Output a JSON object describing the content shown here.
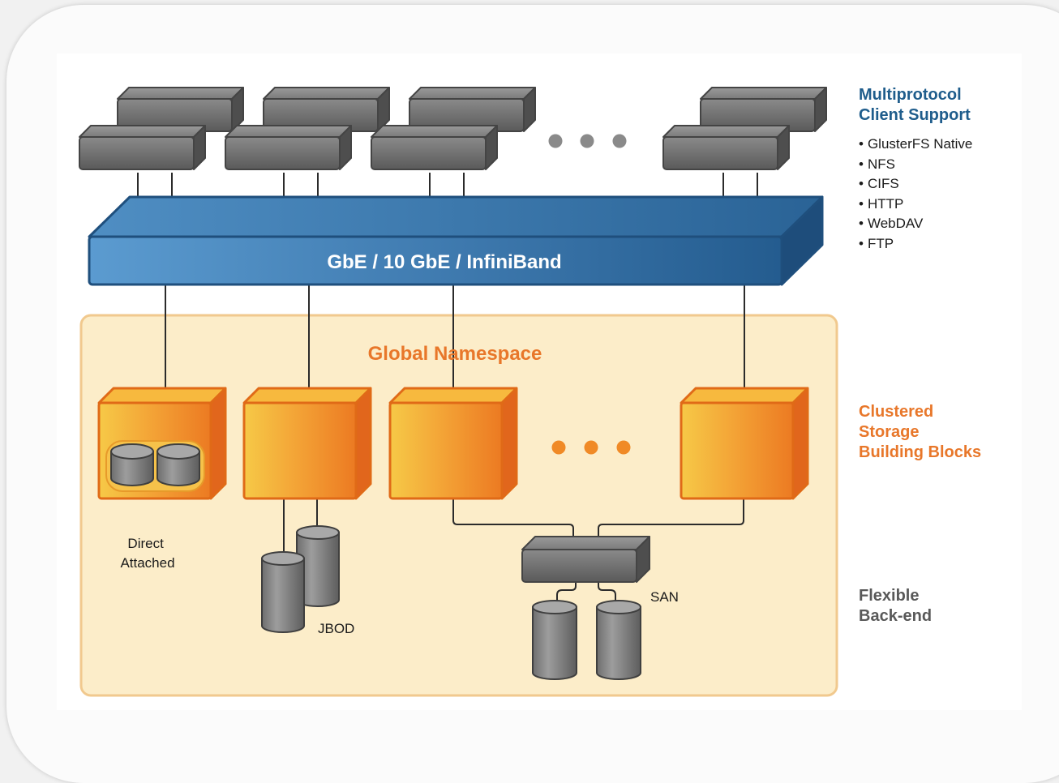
{
  "network_label": "GbE / 10 GbE / InfiniBand",
  "namespace_label": "Global Namespace",
  "backend_labels": {
    "direct_attached": "Direct\nAttached",
    "jbod": "JBOD",
    "san": "SAN"
  },
  "sidebar": {
    "clients_heading": "Multiprotocol\nClient Support",
    "protocols": [
      "GlusterFS Native",
      "NFS",
      "CIFS",
      "HTTP",
      "WebDAV",
      "FTP"
    ],
    "storage_heading": "Clustered\nStorage\nBuilding Blocks",
    "backend_heading": "Flexible\nBack-end"
  },
  "ellipsis_dots": 3,
  "colors": {
    "client_gray": "#6d6d6d",
    "network_blue": "#2f6a9e",
    "storage_orange": "#f39c2a",
    "namespace_fill": "#fcedc9",
    "namespace_text": "#e8772a",
    "clients_heading": "#1f5d8c",
    "backend_heading": "#595959"
  },
  "icons": [
    "client-server-icon",
    "storage-node-icon",
    "disk-cylinder-icon",
    "san-switch-icon"
  ]
}
